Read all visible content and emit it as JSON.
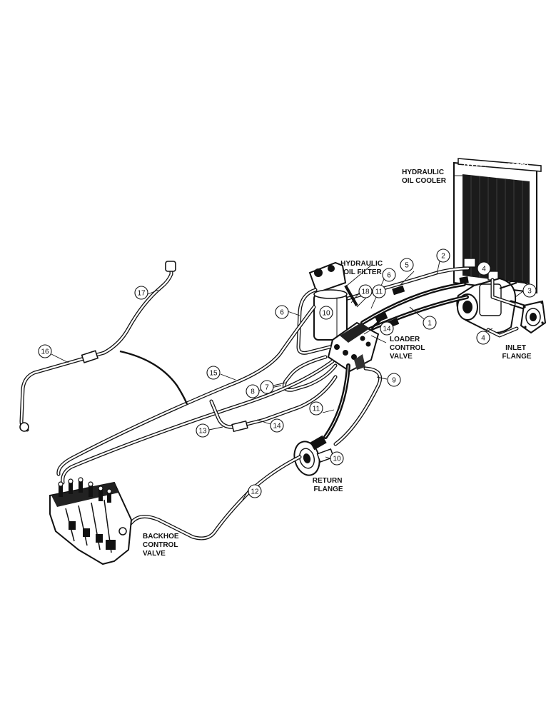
{
  "labels": {
    "oil_cooler": [
      "HYDRAULIC",
      "OIL COOLER"
    ],
    "oil_filter": [
      "HYDRAULIC",
      "OIL FILTER"
    ],
    "loader_valve": [
      "LOADER",
      "CONTROL",
      "VALVE"
    ],
    "inlet_flange": [
      "INLET",
      "FLANGE"
    ],
    "return_flange": [
      "RETURN",
      "FLANGE"
    ],
    "backhoe_valve": [
      "BACKHOE",
      "CONTROL",
      "VALVE"
    ]
  },
  "callouts": [
    "1",
    "2",
    "3",
    "4",
    "4",
    "5",
    "6",
    "6",
    "7",
    "8",
    "9",
    "10",
    "10",
    "11",
    "11",
    "12",
    "13",
    "14",
    "14",
    "15",
    "16",
    "17",
    "18"
  ]
}
